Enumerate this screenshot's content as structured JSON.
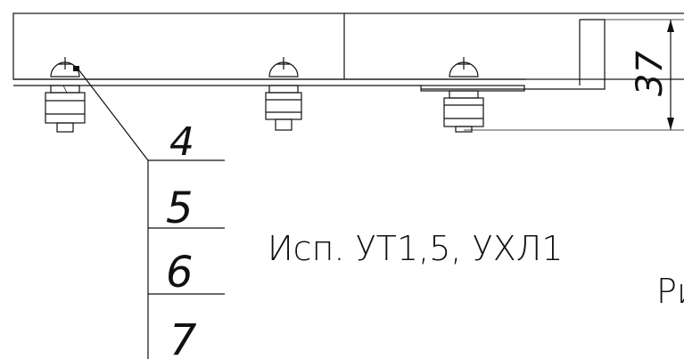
{
  "dimension": {
    "value": "37"
  },
  "callouts": [
    "4",
    "5",
    "6",
    "7"
  ],
  "variant_note": "Исп. УТ1,5, УХЛ1",
  "cut_label": "Ри"
}
